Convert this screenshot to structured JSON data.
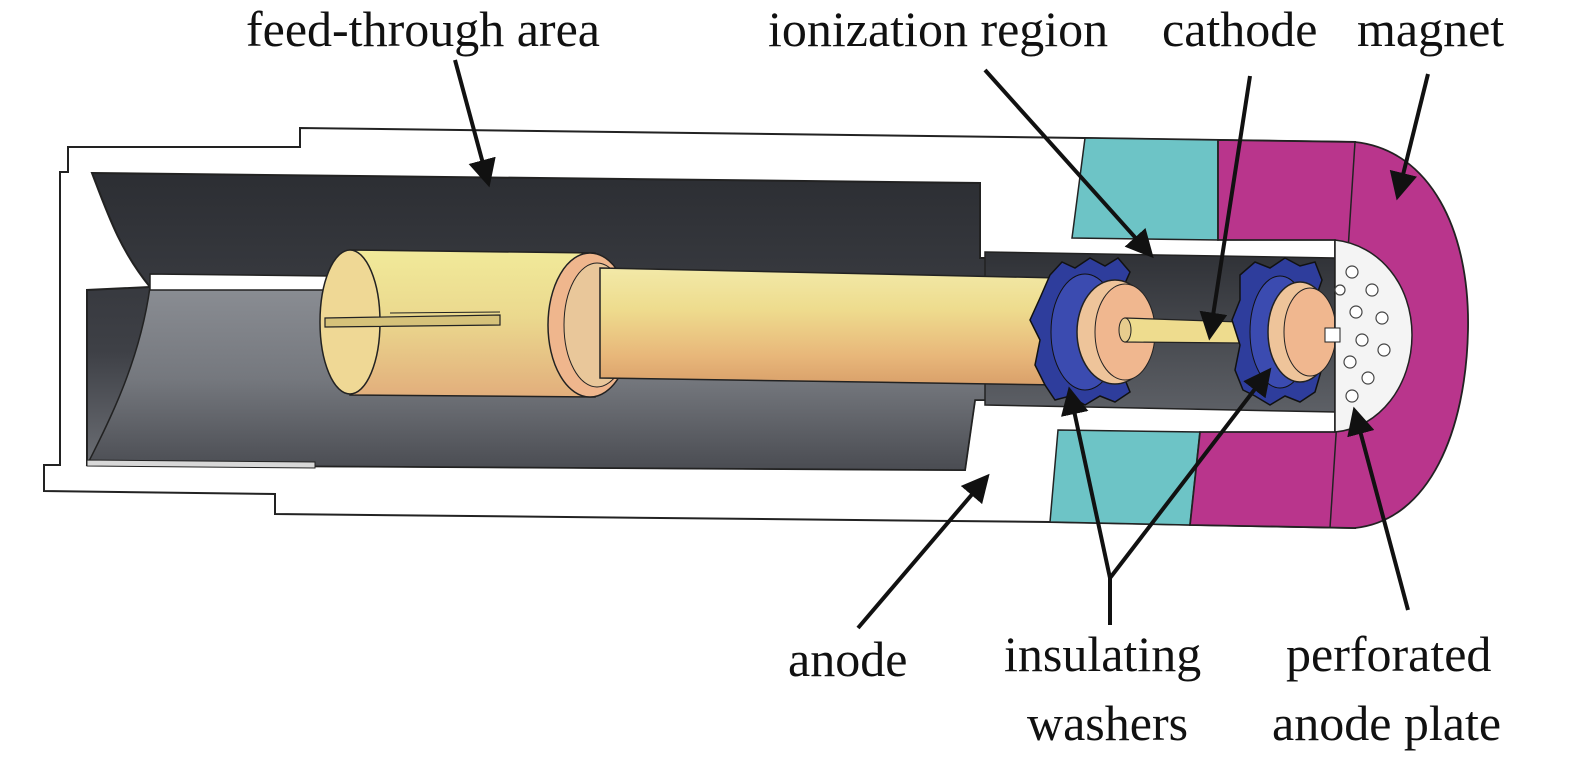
{
  "labels": {
    "feed_through_area": "feed-through area",
    "ionization_region": "ionization region",
    "cathode": "cathode",
    "magnet": "magnet",
    "anode": "anode",
    "insulating_washers_line1": "insulating",
    "insulating_washers_line2": "washers",
    "perforated_anode_plate_line1": "perforated",
    "perforated_anode_plate_line2": "anode plate"
  },
  "colors": {
    "anode_body": "#ffffff",
    "feedthrough_tube_dark": "#3a3c42",
    "feedthrough_tube_light": "#7b7e85",
    "conductor_gold": "#e8cf8a",
    "conductor_peach": "#efb68d",
    "washer_blue": "#2e3d9c",
    "pole_teal": "#6dc4c6",
    "magnet_magenta": "#b9358c",
    "outline": "#222222",
    "arrow": "#111111"
  }
}
